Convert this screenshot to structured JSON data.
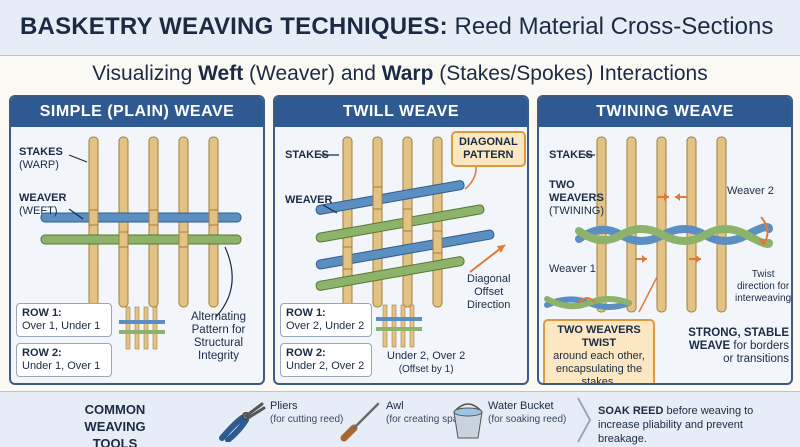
{
  "header": {
    "title_bold": "BASKETRY WEAVING TECHNIQUES:",
    "title_rest": "Reed Material Cross-Sections"
  },
  "subtitle": {
    "part1": "Visualizing ",
    "weft": "Weft",
    "part2": " (Weaver) and ",
    "warp": "Warp",
    "part3": " (Stakes/Spokes) Interactions"
  },
  "panels": {
    "plain": {
      "title": "SIMPLE (PLAIN) WEAVE",
      "stakes": "STAKES",
      "stakes_sub": "(WARP)",
      "weaver": "WEAVER",
      "weaver_sub": "(WEFT)",
      "row1_title": "ROW 1:",
      "row1_text": "Over 1, Under 1",
      "row2_title": "ROW 2:",
      "row2_text": "Under 1, Over 1",
      "note_l1": "Alternating",
      "note_l2": "Pattern for",
      "note_l3": "Structural",
      "note_l4": "Integrity"
    },
    "twill": {
      "title": "TWILL WEAVE",
      "stakes": "STAKES",
      "weaver": "WEAVER",
      "callout_l1": "DIAGONAL",
      "callout_l2": "PATTERN",
      "offset_l1": "Diagonal",
      "offset_l2": "Offset",
      "offset_l3": "Direction",
      "row1_title": "ROW 1:",
      "row1_text": "Over 2, Under 2",
      "row2_title": "ROW 2:",
      "row2_text": "Under 2, Over 2",
      "under_l1": "Under 2, Over 2",
      "under_l2": "(Offset by 1)"
    },
    "twining": {
      "title": "TWINING WEAVE",
      "stakes": "STAKES",
      "two_weavers": "TWO",
      "two_weavers_2": "WEAVERS",
      "two_weavers_sub": "(TWINING)",
      "weaver1": "Weaver 1",
      "weaver2": "Weaver 2",
      "twist_l1": "Twist",
      "twist_l2": "direction for",
      "twist_l3": "interweaving",
      "callout_bold": "TWO WEAVERS TWIST",
      "callout_l2": "around each other,",
      "callout_l3": "encapsulating the",
      "callout_l4": "stakes.",
      "strong_l1": "STRONG, STABLE",
      "strong_l2": "WEAVE",
      "strong_l2b": " for borders",
      "strong_l3": "or transitions"
    }
  },
  "footer": {
    "tools_l1": "COMMON WEAVING",
    "tools_l2": "TOOLS",
    "pliers": "Pliers",
    "pliers_use": "(for cutting reed)",
    "awl": "Awl",
    "awl_use": "(for creating space)",
    "bucket": "Water Bucket",
    "bucket_use": "(for soaking reed)",
    "tip_bold": "SOAK REED",
    "tip_rest": " before weaving to increase pliability and prevent breakage."
  },
  "colors": {
    "stake": "#e2c384",
    "weaver_blue": "#5b8fc2",
    "weaver_green": "#8db36a",
    "accent": "#e07a3a",
    "header_bg": "#2f5a91"
  }
}
